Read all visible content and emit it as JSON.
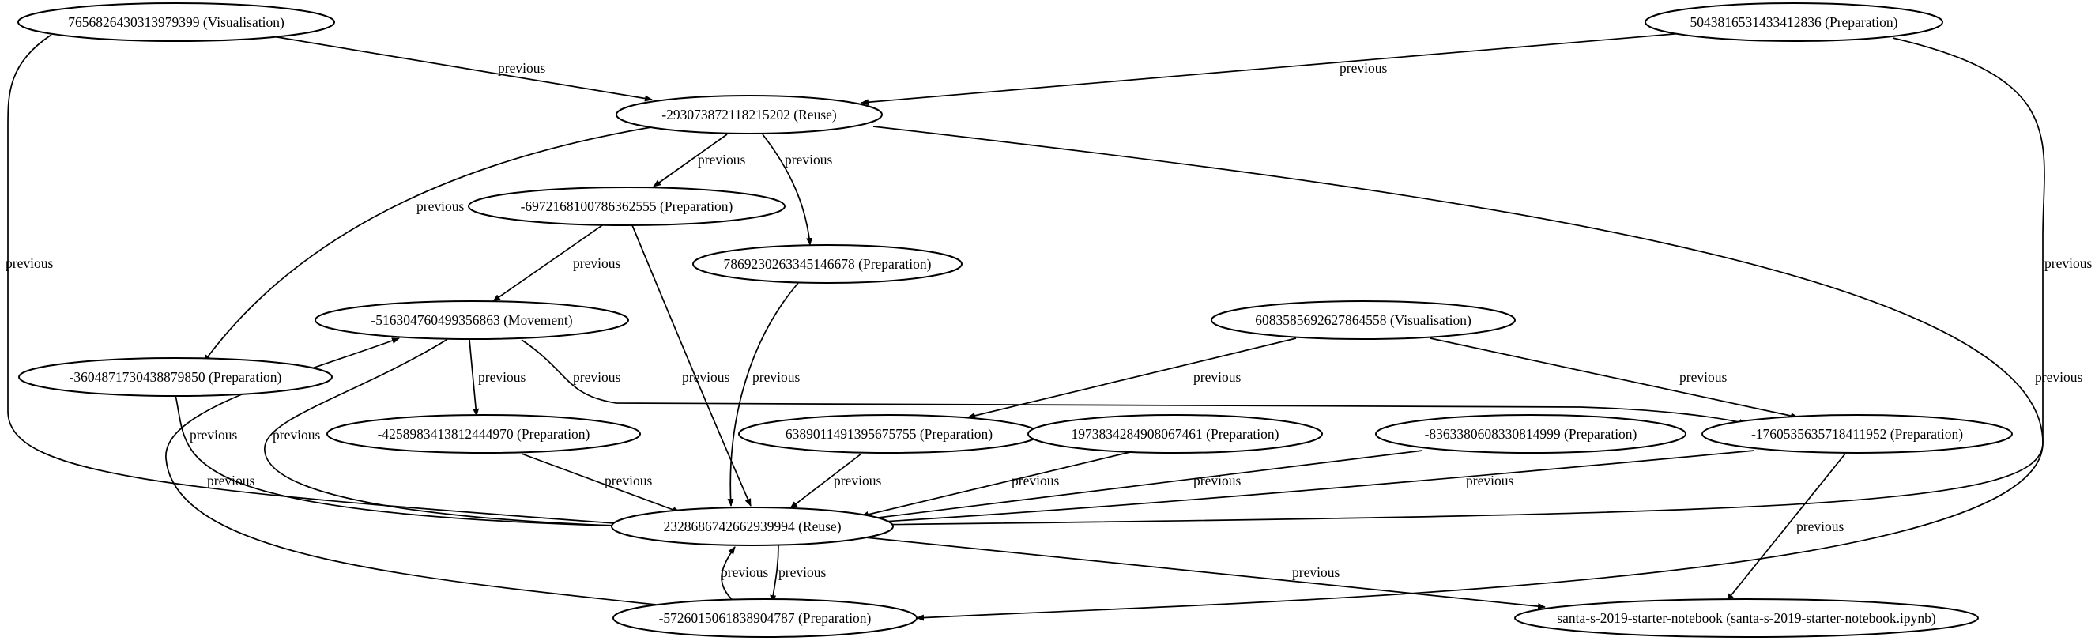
{
  "diagram": {
    "edge_label": "previous",
    "nodes": {
      "n_vis1": "7656826430313979399 (Visualisation)",
      "n_prep_top": "5043816531433412836 (Preparation)",
      "n_reuse1": "-293073872118215202 (Reuse)",
      "n_prep697": "-6972168100786362555 (Preparation)",
      "n_prep786": "7869230263345146678 (Preparation)",
      "n_mov": "-516304760499356863 (Movement)",
      "n_vis2": "6083585692627864558 (Visualisation)",
      "n_prep360": "-3604871730438879850 (Preparation)",
      "n_prep425": "-4258983413812444970 (Preparation)",
      "n_prep638": "6389011491395675755 (Preparation)",
      "n_prep197": "1973834284908067461 (Preparation)",
      "n_prep836": "-8363380608330814999 (Preparation)",
      "n_prep176": "-1760535635718411952 (Preparation)",
      "n_reuse2": "2328686742662939994 (Reuse)",
      "n_prep572": "-5726015061838904787 (Preparation)",
      "n_santa": "santa-s-2019-starter-notebook (santa-s-2019-starter-notebook.ipynb)"
    }
  }
}
